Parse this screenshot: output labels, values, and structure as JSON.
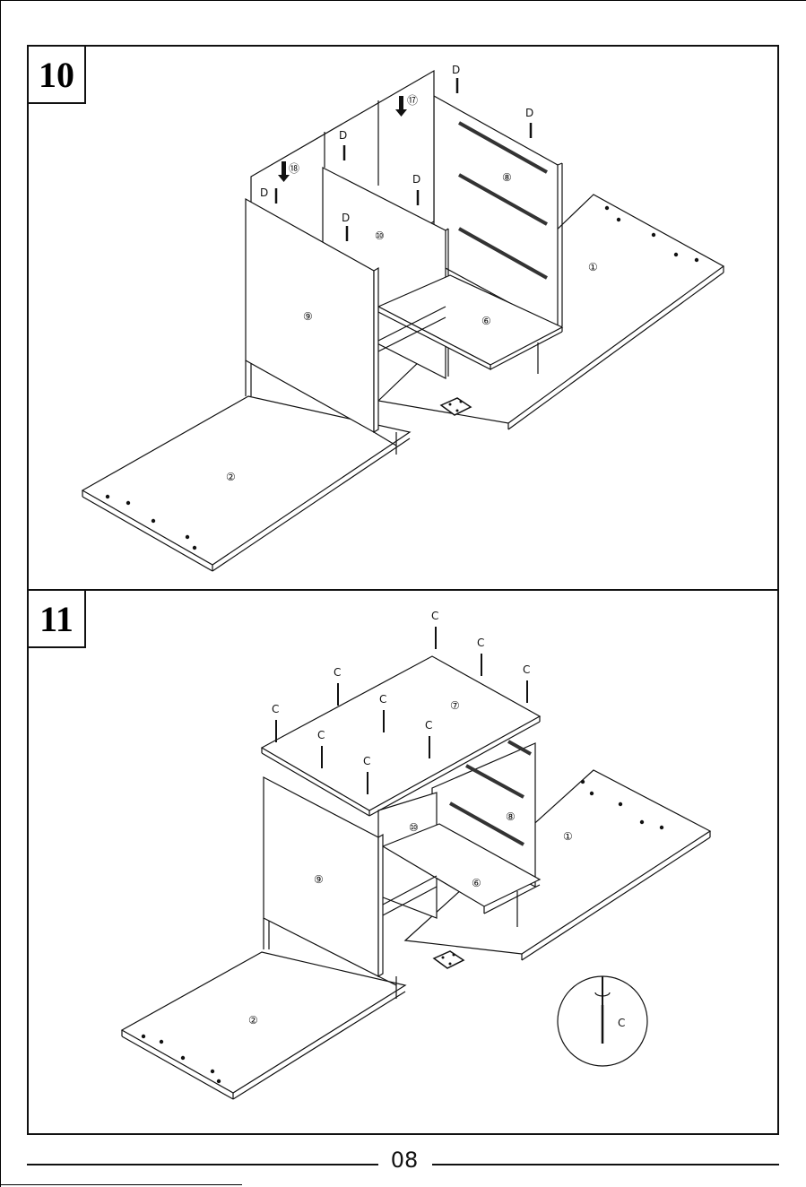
{
  "steps": [
    {
      "number": "10",
      "panel_labels": {
        "side_left": "⑨",
        "middle": "⑩",
        "back": "⑧",
        "bottom": "⑥",
        "base_right": "①",
        "base_left": "②"
      },
      "part_refs": {
        "upper": "⑰",
        "lower": "⑱"
      },
      "fastener_label": "D"
    },
    {
      "number": "11",
      "panel_labels": {
        "top": "⑦",
        "side_left": "⑨",
        "middle": "⑩",
        "back": "⑧",
        "bottom": "⑥",
        "base_right": "①",
        "base_left": "②"
      },
      "fastener_label": "C",
      "detail_label": "C"
    }
  ],
  "footer": {
    "page_number": "08"
  }
}
